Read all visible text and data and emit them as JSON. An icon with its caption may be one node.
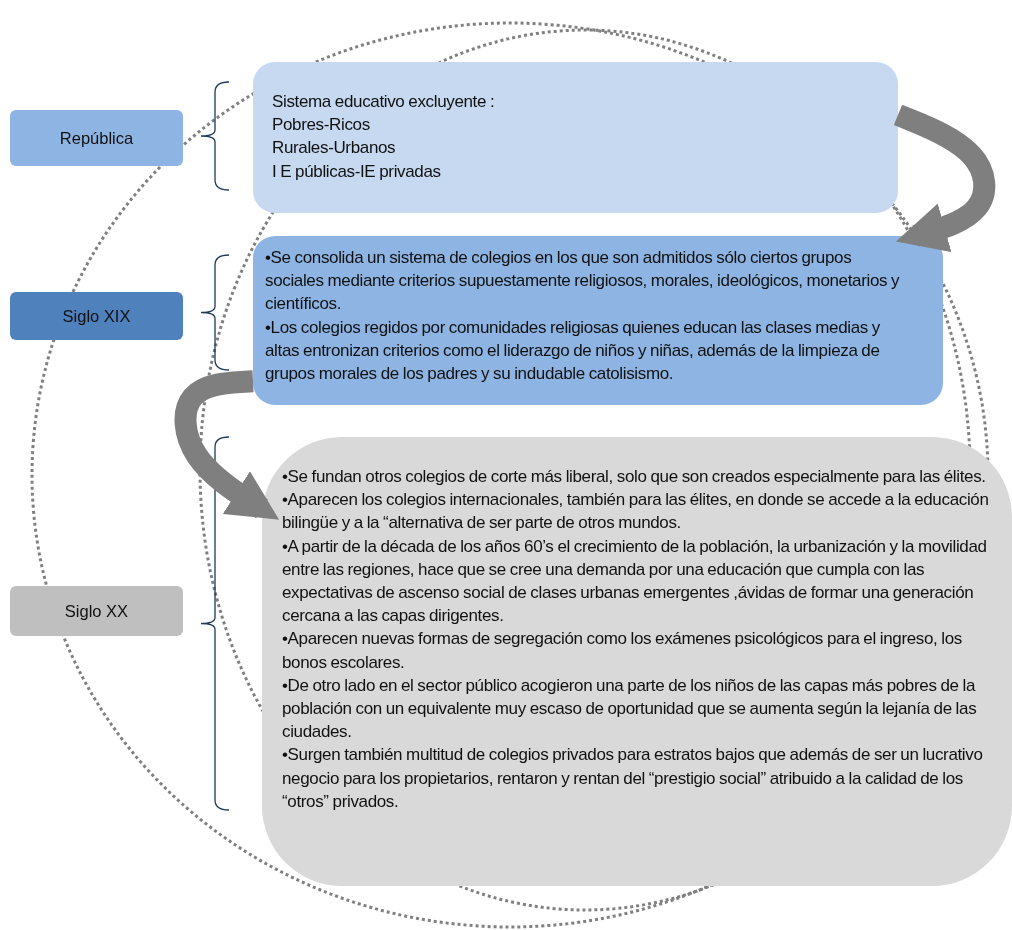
{
  "diagram": {
    "nodes": [
      {
        "text": [
          "República"
        ]
      },
      {
        "text": [
          "Sistema educativo  excluyente :",
          "Pobres-Ricos",
          "Rurales-Urbanos",
          "I E públicas-IE privadas"
        ]
      },
      {
        "text": [
          "Siglo XIX"
        ]
      },
      {
        "text": [
          "•Se consolida un sistema de colegios en los que son admitidos sólo ciertos grupos sociales mediante criterios supuestamente religiosos, morales, ideológicos, monetarios y científicos.",
          "•Los colegios regidos por comunidades religiosas quienes educan las clases medias y altas entronizan criterios como el liderazgo de niños y niñas, además de la limpieza de grupos morales de los padres y su indudable catolisismo."
        ]
      },
      {
        "text": [
          "Siglo XX"
        ]
      },
      {
        "text": [
          "•Se fundan otros colegios de corte más liberal, solo que son creados especialmente para las élites.",
          "•Aparecen los colegios internacionales, también para las élites, en donde se accede a la educación bilingüe y a la “alternativa de ser parte de otros mundos.",
          "•A partir de la década de los años 60’s el crecimiento de la población, la urbanización y la movilidad entre las regiones, hace que se  cree una demanda por una educación que cumpla con las expectativas de ascenso social de clases urbanas emergentes ,ávidas de formar  una generación cercana a las capas dirigentes.",
          "•Aparecen nuevas formas de segregación como  los exámenes psicológicos para el ingreso, los bonos escolares.",
          "•De otro lado en el sector público acogieron una parte de los niños de las capas más pobres de la población  con un equivalente muy escaso de oportunidad que se aumenta según la lejanía de las ciudades.",
          "•Surgen también multitud de colegios privados para estratos bajos que además de ser un lucrativo negocio para los propietarios, rentaron y rentan del “prestigio social” atribuido a la calidad de los “otros” privados."
        ]
      }
    ],
    "edges": [
      {
        "from": 1,
        "to": 3,
        "arrow": "to"
      },
      {
        "from": 3,
        "to": 5,
        "arrow": "to"
      }
    ]
  }
}
